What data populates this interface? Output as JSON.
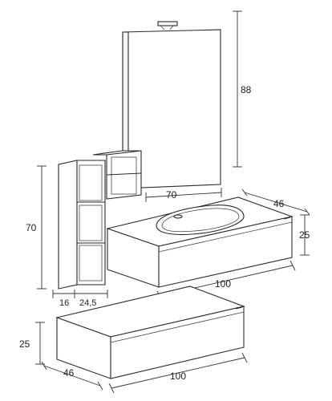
{
  "dimensions": {
    "mirror_height": "88",
    "mirror_width": "70",
    "vanity_depth": "46",
    "vanity_height": "25",
    "vanity_width": "100",
    "shelf_height": "70",
    "shelf_depth": "16",
    "shelf_width": "24,5",
    "lower_height": "25",
    "lower_depth": "46",
    "lower_width": "100"
  }
}
